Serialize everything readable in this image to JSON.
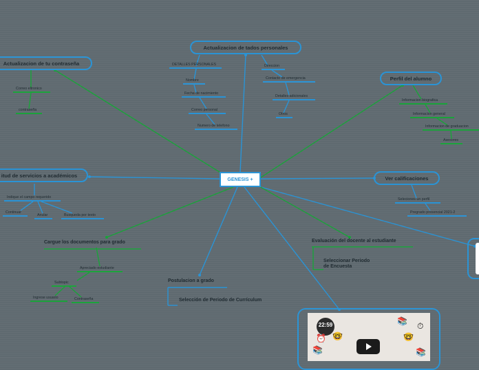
{
  "center": {
    "label": "GENESIS +"
  },
  "colors": {
    "branch": "#2a94d6",
    "underline_blue": "#2a94d6",
    "underline_green": "#1aa33a",
    "center_text": "#2a94d6",
    "background": "#5f6a70"
  },
  "topics": {
    "personal": {
      "title": "Actualizacion de tados  personales",
      "left_items": [
        "DETALLES PERSONALES",
        "Nombre",
        "Fecha de nacimiento",
        "Correo personal",
        "Numero de telefono"
      ],
      "right_items": [
        "Direccion",
        "Contacto de emergencia",
        "Detalles adicionales",
        "Otros"
      ]
    },
    "password": {
      "title": "Actualizacion de tu contraseña",
      "items": [
        "Correo eltronico",
        "contraseña"
      ]
    },
    "profile": {
      "title": "Perfil del alumno",
      "items": [
        "Informacion biografica",
        "Informacion general",
        "Informacion de graduacion",
        "Asesores"
      ]
    },
    "services": {
      "title": "itud de servicios a académicos",
      "items": [
        "Indique el campo requerido",
        "Continuar",
        "Anular",
        "Busqueda por texto"
      ]
    },
    "grades": {
      "title": "Ver calificaciones",
      "items": [
        "Seleciones un perfil",
        "Pregrado presencial 2021-2"
      ]
    },
    "documents": {
      "title": "Cargue los documentos para grado",
      "items": [
        "Apreciado estudiante",
        "Subtopic",
        "Ingrese usuario",
        "Contraseña"
      ]
    },
    "application": {
      "title": "Postulacion a grado",
      "items": [
        "Selección de Periodo de Currículum"
      ]
    },
    "evaluation": {
      "title": "Evaluación del docente al estudiante",
      "items": [
        "Seleccionar Periodo",
        "de Encuesta"
      ]
    }
  },
  "video": {
    "timer": "22:59",
    "icons": [
      "play-button-icon",
      "books-icon",
      "nerd-face-icon",
      "alarm-clock-icon",
      "stopwatch-icon"
    ]
  }
}
